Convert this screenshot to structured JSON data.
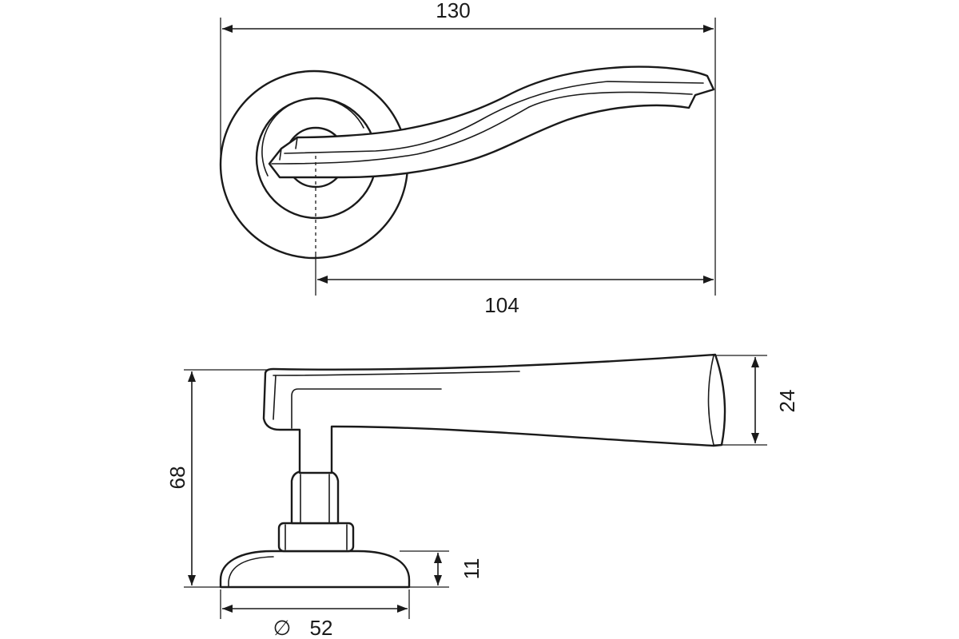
{
  "dimensions": {
    "overall_length": "130",
    "lever_length": "104",
    "lever_height": "24",
    "total_height": "68",
    "rosette_height": "11",
    "diameter_symbol": "∅",
    "rosette_diameter": "52"
  },
  "colors": {
    "line": "#1a1a1a",
    "background": "#ffffff"
  }
}
